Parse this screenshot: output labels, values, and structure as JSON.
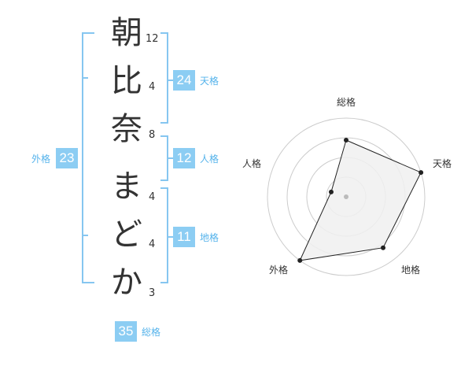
{
  "name": {
    "chars": [
      {
        "char": "朝",
        "strokes": "12"
      },
      {
        "char": "比",
        "strokes": "4"
      },
      {
        "char": "奈",
        "strokes": "8"
      },
      {
        "char": "ま",
        "strokes": "4"
      },
      {
        "char": "ど",
        "strokes": "4"
      },
      {
        "char": "か",
        "strokes": "3"
      }
    ]
  },
  "kaku": {
    "tenkaku": {
      "value": "24",
      "label": "天格"
    },
    "jinkaku": {
      "value": "12",
      "label": "人格"
    },
    "chikaku": {
      "value": "11",
      "label": "地格"
    },
    "gaikaku": {
      "value": "23",
      "label": "外格"
    },
    "soukaku": {
      "value": "35",
      "label": "総格"
    }
  },
  "radar": {
    "axes": [
      "総格",
      "天格",
      "地格",
      "外格",
      "人格"
    ],
    "values": [
      0.72,
      1.0,
      0.8,
      1.0,
      0.2
    ],
    "rings": 4,
    "colors": {
      "fill": "#f0f0f0",
      "stroke": "#222222",
      "grid": "#cccccc",
      "center": "#bbbbbb"
    }
  }
}
